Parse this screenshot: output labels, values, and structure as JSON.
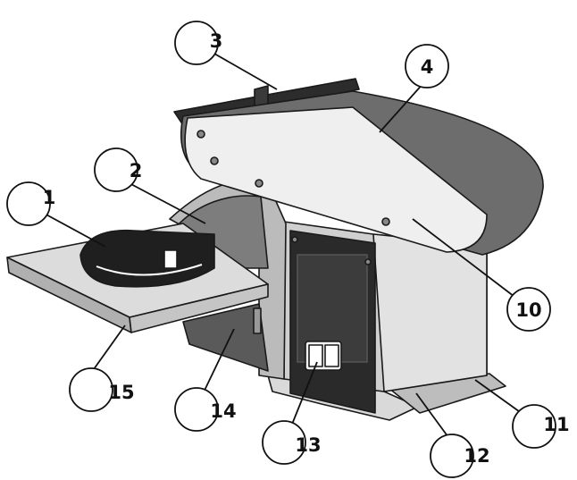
{
  "diagram": {
    "parts": [
      {
        "id": "p1",
        "label": "1"
      },
      {
        "id": "p2",
        "label": "2"
      },
      {
        "id": "p3",
        "label": "3"
      },
      {
        "id": "p4",
        "label": "4"
      },
      {
        "id": "p10",
        "label": "10"
      },
      {
        "id": "p11",
        "label": "11"
      },
      {
        "id": "p12",
        "label": "12"
      },
      {
        "id": "p13",
        "label": "13"
      },
      {
        "id": "p14",
        "label": "14"
      },
      {
        "id": "p15",
        "label": "15"
      }
    ]
  }
}
